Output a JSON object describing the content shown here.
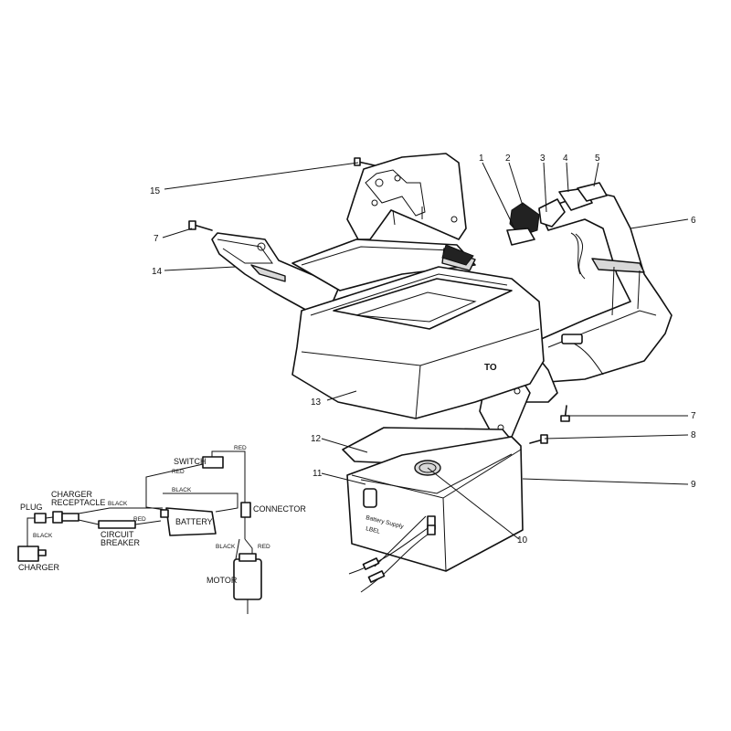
{
  "callouts": [
    "1",
    "2",
    "3",
    "4",
    "5",
    "6",
    "7",
    "7",
    "8",
    "9",
    "10",
    "11",
    "12",
    "13",
    "14",
    "15"
  ],
  "body_lettering": "TO",
  "battery_case_text": [
    "Battery Supply",
    "LBEL"
  ],
  "wiring": {
    "components": {
      "switch": "SWITCH",
      "charger_receptacle_1": "CHARGER",
      "charger_receptacle_2": "RECEPTACLE",
      "plug": "PLUG",
      "battery": "BATTERY",
      "connector": "CONNECTOR",
      "circuit_breaker_1": "CIRCUIT",
      "circuit_breaker_2": "BREAKER",
      "charger": "CHARGER",
      "motor": "MOTOR"
    },
    "wires": {
      "red_switch": "RED",
      "red_top": "RED",
      "black_mid": "BLACK",
      "black_left": "BLACK",
      "red_breaker": "RED",
      "black_plug": "BLACK",
      "black_motor": "BLACK",
      "red_motor": "RED"
    }
  }
}
